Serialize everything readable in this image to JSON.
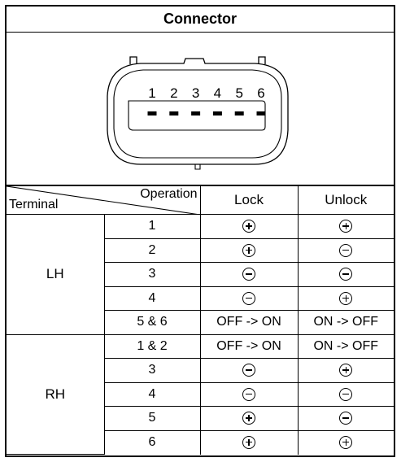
{
  "title": "Connector",
  "connector": {
    "pins": [
      "1",
      "2",
      "3",
      "4",
      "5",
      "6"
    ]
  },
  "table": {
    "corner_operation": "Operation",
    "corner_terminal": "Terminal",
    "columns": [
      "Lock",
      "Unlock"
    ],
    "groups": [
      {
        "side": "LH",
        "rows": [
          {
            "terminal": "1",
            "lock": "+",
            "unlock": "+"
          },
          {
            "terminal": "2",
            "lock": "+",
            "unlock": "-"
          },
          {
            "terminal": "3",
            "lock": "-",
            "unlock": "-"
          },
          {
            "terminal": "4",
            "lock": "-",
            "unlock": "+"
          },
          {
            "terminal": "5 & 6",
            "lock": "OFF -> ON",
            "unlock": "ON -> OFF"
          }
        ]
      },
      {
        "side": "RH",
        "rows": [
          {
            "terminal": "1 & 2",
            "lock": "OFF -> ON",
            "unlock": "ON -> OFF"
          },
          {
            "terminal": "3",
            "lock": "-",
            "unlock": "+"
          },
          {
            "terminal": "4",
            "lock": "-",
            "unlock": "-"
          },
          {
            "terminal": "5",
            "lock": "+",
            "unlock": "-"
          },
          {
            "terminal": "6",
            "lock": "+",
            "unlock": "+"
          }
        ]
      }
    ]
  }
}
